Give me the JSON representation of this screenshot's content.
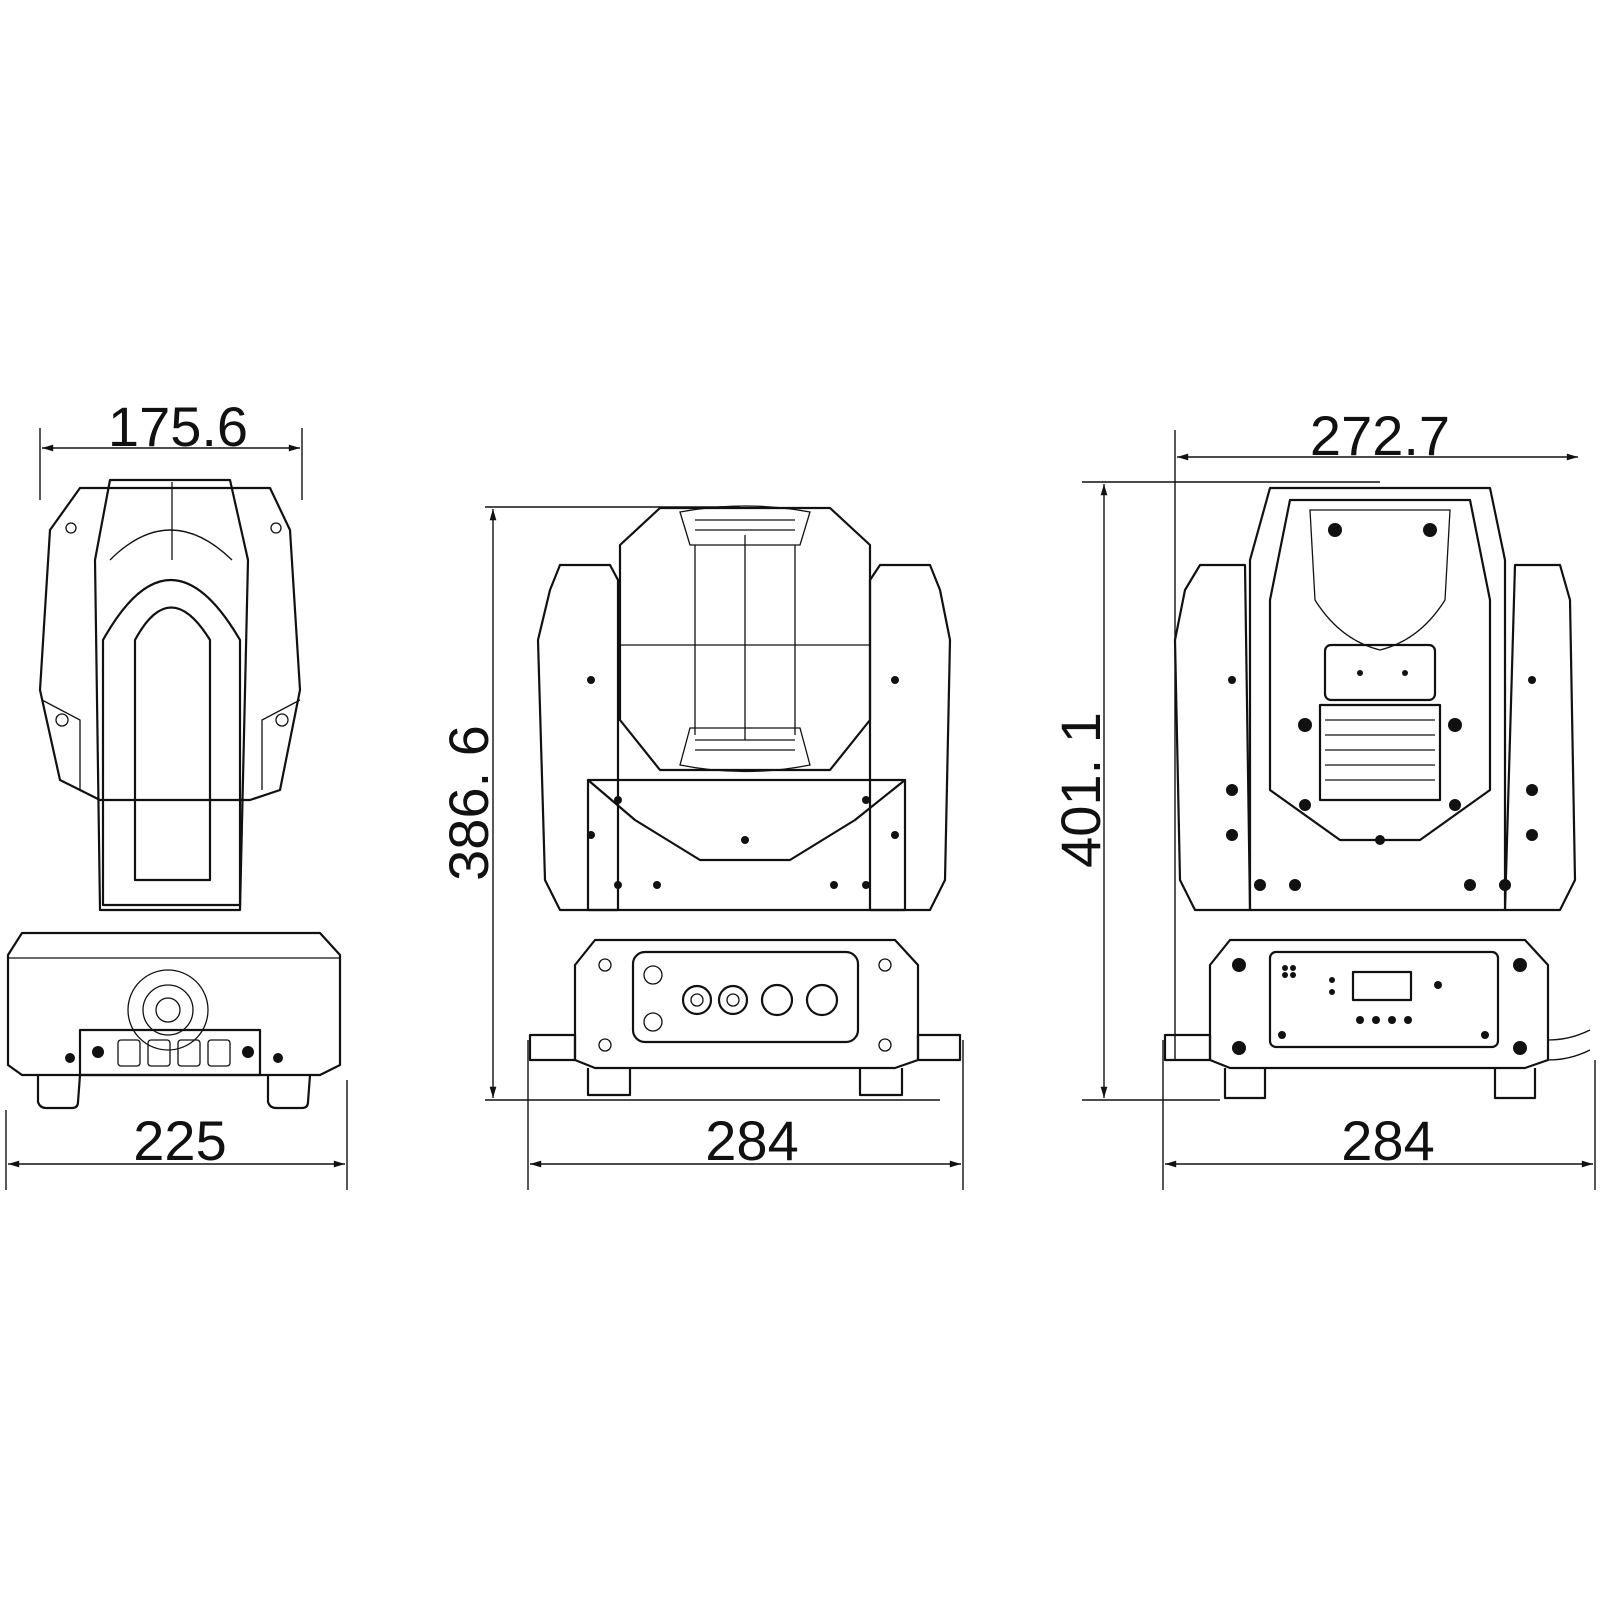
{
  "drawing": {
    "views": [
      {
        "name": "side-view",
        "width_label": "175.6",
        "base_label": "225"
      },
      {
        "name": "front-view",
        "height_label": "386. 6",
        "base_label": "284"
      },
      {
        "name": "rear-view",
        "width_label": "272.7",
        "height_label": "401. 1",
        "base_label": "284"
      }
    ],
    "line_color": "#111111",
    "background": "#ffffff"
  }
}
